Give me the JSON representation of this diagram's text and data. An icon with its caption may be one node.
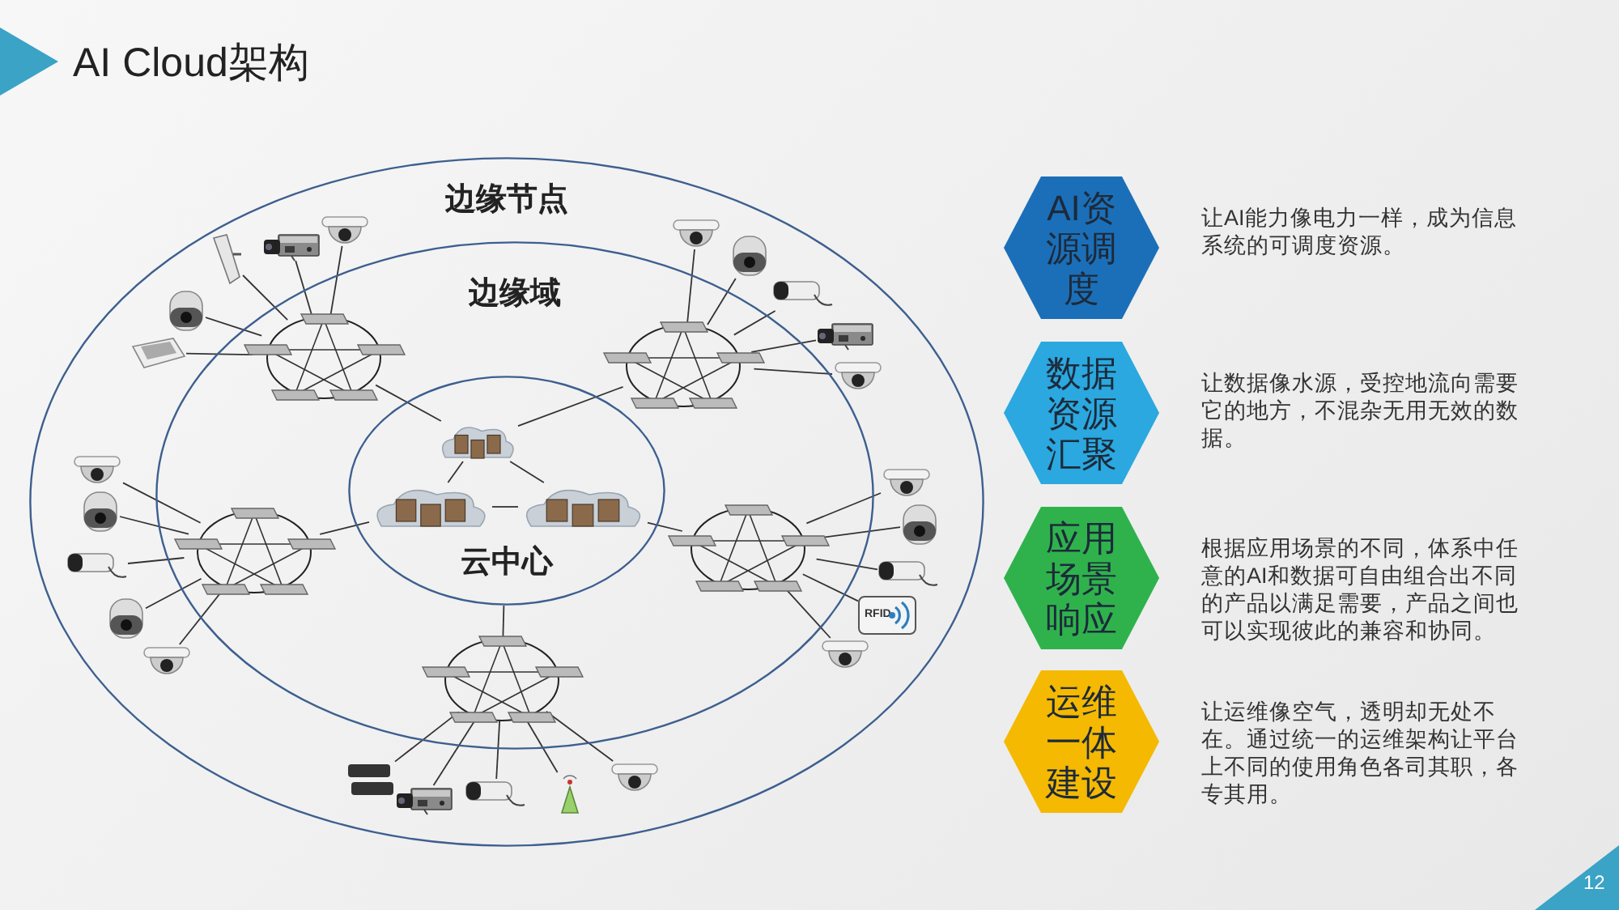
{
  "diagram": {
    "title": "AI Cloud架构",
    "nodes": [
      {
        "text": [
          "边缘节点"
        ]
      },
      {
        "text": [
          "边缘域"
        ],
        "in": 0
      },
      {
        "text": [
          "云中心"
        ],
        "in": 1
      },
      {
        "text": [],
        "shape": "circle",
        "in": 1
      },
      {
        "text": [],
        "shape": "circle",
        "in": 1
      },
      {
        "text": [],
        "shape": "cloud",
        "in": 2
      },
      {
        "text": [],
        "shape": "cloud",
        "in": 2
      },
      {
        "text": [],
        "shape": "cloud",
        "in": 2
      },
      {
        "text": [],
        "shape": "circle",
        "in": 1
      },
      {
        "text": [],
        "shape": "circle",
        "in": 1
      },
      {
        "text": [],
        "shape": "circle",
        "in": 1
      },
      {
        "text": [],
        "shape": "picture",
        "in": 0
      },
      {
        "text": [],
        "shape": "picture",
        "in": 0
      },
      {
        "text": [],
        "shape": "picture",
        "in": 0
      },
      {
        "text": [],
        "shape": "picture",
        "in": 0
      },
      {
        "text": [],
        "shape": "picture",
        "in": 0
      },
      {
        "text": [],
        "shape": "picture",
        "in": 0
      },
      {
        "text": [],
        "shape": "picture",
        "in": 0
      },
      {
        "text": [],
        "shape": "picture",
        "in": 0
      },
      {
        "text": [],
        "shape": "picture",
        "in": 0
      },
      {
        "text": [],
        "shape": "picture",
        "in": 0
      },
      {
        "text": [],
        "shape": "picture",
        "in": 0
      },
      {
        "text": [],
        "shape": "picture",
        "in": 0
      },
      {
        "text": [],
        "shape": "picture",
        "in": 0
      },
      {
        "text": [],
        "shape": "picture",
        "in": 0
      },
      {
        "text": [],
        "shape": "picture",
        "in": 0
      },
      {
        "text": [],
        "shape": "picture",
        "in": 0
      },
      {
        "text": [],
        "shape": "picture",
        "in": 0
      },
      {
        "text": [],
        "shape": "picture",
        "in": 0
      },
      {
        "text": [
          "RFID"
        ],
        "in": 0
      },
      {
        "text": [],
        "shape": "picture",
        "in": 0
      },
      {
        "text": [],
        "shape": "picture",
        "in": 0
      },
      {
        "text": [],
        "shape": "picture",
        "in": 0
      },
      {
        "text": [],
        "shape": "picture",
        "in": 0
      },
      {
        "text": [],
        "shape": "picture",
        "in": 0
      },
      {
        "text": [],
        "shape": "picture",
        "in": 0
      },
      {
        "text": [
          "AI资源调度"
        ],
        "beside": [
          "让AI能力像电力一样，成为信息系统的可调度资源。"
        ]
      },
      {
        "text": [
          "数据资源汇聚"
        ],
        "beside": [
          "让数据像水源，受控地流向需要它的地方，不混杂无用无效的数据。"
        ]
      },
      {
        "text": [
          "应用场景响应"
        ],
        "beside": [
          "根据应用场景的不同，体系中任意的AI和数据可自由组合出不同的产品以满足需要，产品之间也可以实现彼此的兼容和协同。"
        ]
      },
      {
        "text": [
          "运维一体建设"
        ],
        "beside": [
          "让运维像空气，透明却无处不在。通过统一的运维架构让平台上不同的使用角色各司其职，各专其用。"
        ]
      }
    ],
    "edges": [
      {
        "from": 11,
        "to": 3,
        "arrow": "none"
      },
      {
        "from": 12,
        "to": 3,
        "arrow": "none"
      },
      {
        "from": 13,
        "to": 3,
        "arrow": "none"
      },
      {
        "from": 14,
        "to": 3,
        "arrow": "none"
      },
      {
        "from": 15,
        "to": 3,
        "arrow": "none"
      },
      {
        "from": 16,
        "to": 4,
        "arrow": "none"
      },
      {
        "from": 17,
        "to": 4,
        "arrow": "none"
      },
      {
        "from": 18,
        "to": 4,
        "arrow": "none"
      },
      {
        "from": 19,
        "to": 4,
        "arrow": "none"
      },
      {
        "from": 20,
        "to": 4,
        "arrow": "none"
      },
      {
        "from": 21,
        "to": 8,
        "arrow": "none"
      },
      {
        "from": 22,
        "to": 8,
        "arrow": "none"
      },
      {
        "from": 23,
        "to": 8,
        "arrow": "none"
      },
      {
        "from": 24,
        "to": 8,
        "arrow": "none"
      },
      {
        "from": 25,
        "to": 8,
        "arrow": "none"
      },
      {
        "from": 26,
        "to": 9,
        "arrow": "none"
      },
      {
        "from": 27,
        "to": 9,
        "arrow": "none"
      },
      {
        "from": 28,
        "to": 9,
        "arrow": "none"
      },
      {
        "from": 29,
        "to": 9,
        "arrow": "none"
      },
      {
        "from": 30,
        "to": 9,
        "arrow": "none"
      },
      {
        "from": 31,
        "to": 10,
        "arrow": "none"
      },
      {
        "from": 32,
        "to": 10,
        "arrow": "none"
      },
      {
        "from": 33,
        "to": 10,
        "arrow": "none"
      },
      {
        "from": 34,
        "to": 10,
        "arrow": "none"
      },
      {
        "from": 35,
        "to": 10,
        "arrow": "none"
      },
      {
        "from": 3,
        "to": 5,
        "arrow": "none"
      },
      {
        "from": 4,
        "to": 5,
        "arrow": "none"
      },
      {
        "from": 5,
        "to": 6,
        "arrow": "none"
      },
      {
        "from": 5,
        "to": 7,
        "arrow": "none"
      },
      {
        "from": 6,
        "to": 7,
        "arrow": "none"
      },
      {
        "from": 8,
        "to": 6,
        "arrow": "none"
      },
      {
        "from": 9,
        "to": 7,
        "arrow": "none"
      },
      {
        "from": 2,
        "to": 10,
        "arrow": "none"
      }
    ],
    "labels": [
      "12"
    ]
  }
}
